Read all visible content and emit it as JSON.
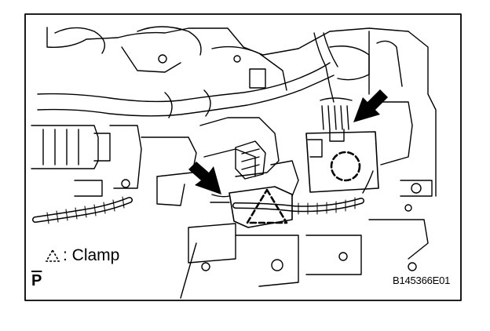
{
  "legend": {
    "icon": "clamp-triangle-icon",
    "label": ": Clamp"
  },
  "corner_mark": "P",
  "figure_id": "B145366E01",
  "callouts": {
    "arrow_icon": "black-arrow-icon",
    "connector_marker_icon": "dashed-circle-icon",
    "clamp_marker_icon": "dashed-triangle-icon"
  }
}
